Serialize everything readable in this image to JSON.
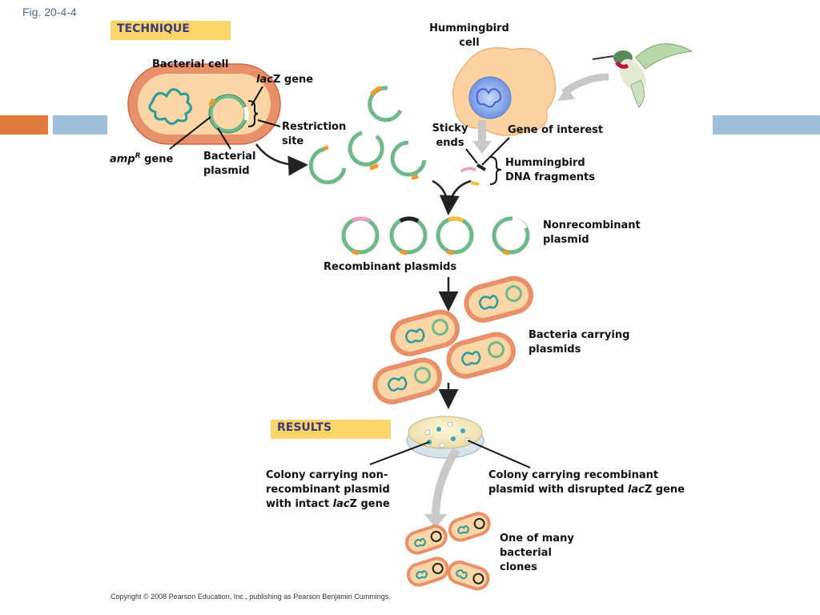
{
  "figure_id": "Fig. 20-4-4",
  "headers": {
    "technique": "TECHNIQUE",
    "results": "RESULTS"
  },
  "labels": {
    "bacterial_cell": "Bacterial cell",
    "lacz_italic": "lac",
    "lacz_rest": "Z gene",
    "restriction_site_1": "Restriction",
    "restriction_site_2": "site",
    "ampr_italic": "amp",
    "ampr_sup": "R",
    "ampr_rest": " gene",
    "bacterial_plasmid_1": "Bacterial",
    "bacterial_plasmid_2": "plasmid",
    "hummingbird_cell_1": "Hummingbird",
    "hummingbird_cell_2": "cell",
    "sticky_ends_1": "Sticky",
    "sticky_ends_2": "ends",
    "gene_of_interest": "Gene of interest",
    "hb_dna_1": "Hummingbird",
    "hb_dna_2": "DNA fragments",
    "nonrecombinant_1": "Nonrecombinant",
    "nonrecombinant_2": "plasmid",
    "recombinant_plasmids": "Recombinant plasmids",
    "bacteria_carrying_1": "Bacteria carrying",
    "bacteria_carrying_2": "plasmids",
    "colony_non_1": "Colony carrying non-",
    "colony_non_2": "recombinant plasmid",
    "colony_non_3a": "with intact ",
    "colony_non_3b": "lac",
    "colony_non_3c": "Z gene",
    "colony_rec_1": "Colony carrying recombinant",
    "colony_rec_2a": "plasmid with disrupted ",
    "colony_rec_2b": "lac",
    "colony_rec_2c": "Z gene",
    "clones_1": "One of many",
    "clones_2": "bacterial",
    "clones_3": "clones"
  },
  "copyright": "Copyright © 2008 Pearson Education, Inc., publishing as Pearson Benjamin Cummings.",
  "colors": {
    "plasmid_green": "#6fb88a",
    "bacterium_outer": "#e8906a",
    "bacterium_inner": "#fbd6a6",
    "dna_teal": "#2a9a9a",
    "amp_orange": "#f29a2e",
    "header_yellow": "#fbd46a",
    "slide_blue": "#9dbfd9",
    "slide_orange": "#e27a3c"
  }
}
